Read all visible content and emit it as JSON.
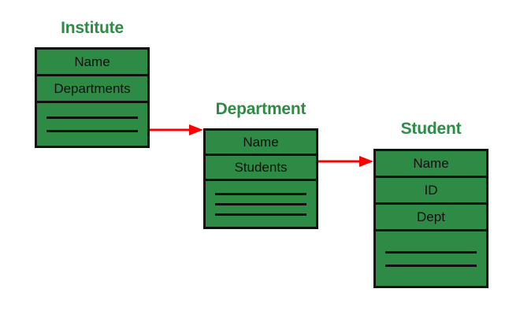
{
  "diagram": {
    "type": "entity-relationship-flow",
    "background_color": "#ffffff",
    "entity_fill_color": "#2e8b45",
    "entity_border_color": "#111111",
    "title_color": "#2e8b45",
    "arrow_color": "#ff0000",
    "entities": [
      {
        "id": "institute",
        "title": "Institute",
        "fields": [
          "Name",
          "Departments"
        ],
        "blank_line_count": 2
      },
      {
        "id": "department",
        "title": "Department",
        "fields": [
          "Name",
          "Students"
        ],
        "blank_line_count": 3
      },
      {
        "id": "student",
        "title": "Student",
        "fields": [
          "Name",
          "ID",
          "Dept"
        ],
        "blank_line_count": 2
      }
    ],
    "arrows": [
      {
        "id": "institute-to-department",
        "from": "institute",
        "to": "department",
        "label": ""
      },
      {
        "id": "department-to-student",
        "from": "department",
        "to": "student",
        "label": ""
      }
    ]
  }
}
